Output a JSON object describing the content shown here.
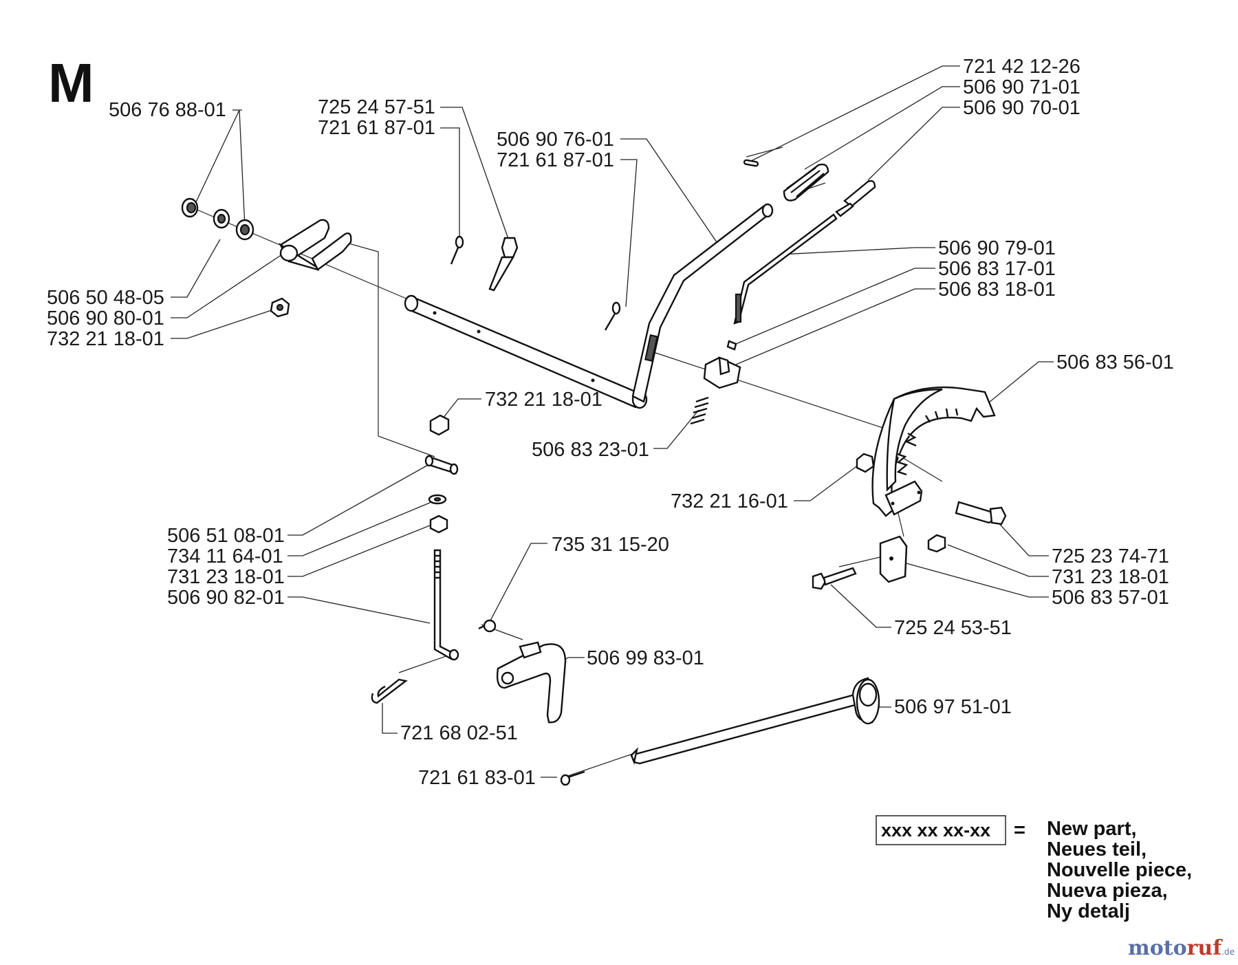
{
  "section_letter": "M",
  "part_numbers": {
    "p_5067688": "506 76 88-01",
    "p_5065048": "506 50 48-05",
    "p_5069080": "506 90 80-01",
    "p_7322118a": "732 21 18-01",
    "p_7252457": "725 24 57-51",
    "p_7216187a": "721 61 87-01",
    "p_5069076": "506 90 76-01",
    "p_7216187b": "721 61 87-01",
    "p_7214212": "721 42 12-26",
    "p_5069071": "506 90 71-01",
    "p_5069070": "506 90 70-01",
    "p_5069079": "506 90 79-01",
    "p_5068317": "506 83 17-01",
    "p_5068318": "506 83 18-01",
    "p_5068356": "506 83 56-01",
    "p_7322118b": "732 21 18-01",
    "p_5068323": "506 83 23-01",
    "p_7322116": "732 21 16-01",
    "p_5065108": "506 51 08-01",
    "p_7341164": "734 11 64-01",
    "p_7312318a": "731 23 18-01",
    "p_5069082": "506 90 82-01",
    "p_7353115": "735 31 15-20",
    "p_5069983": "506 99 83-01",
    "p_7216802": "721 68 02-51",
    "p_7252374": "725 23 74-71",
    "p_7312318b": "731 23 18-01",
    "p_5068357": "506 83 57-01",
    "p_7252453": "725 24 53-51",
    "p_5069751": "506 97 51-01",
    "p_7216183": "721 61 83-01"
  },
  "legend": {
    "box_text": "xxx xx xx-xx",
    "equals": "=",
    "lines": [
      "New part,",
      "Neues teil,",
      "Nouvelle piece,",
      "Nueva pieza,",
      "Ny detalj"
    ]
  },
  "watermark": {
    "part1": "moto",
    "part2": "ruf",
    "suffix": ".de"
  }
}
